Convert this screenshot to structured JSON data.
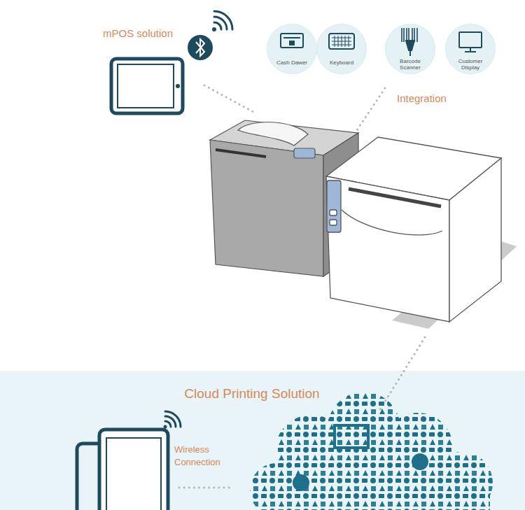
{
  "diagram": {
    "nodes": [
      {
        "text": [
          "Cash Dawer"
        ]
      },
      {
        "text": [
          "Keyboard"
        ]
      },
      {
        "text": [
          "Barcode Scanner"
        ]
      },
      {
        "text": [
          "Customer Display"
        ]
      },
      {
        "text": [
          "Cloud Printing Solution",
          "Wireless Connection"
        ]
      }
    ],
    "labels": [
      "mPOS solution",
      "Integration"
    ]
  }
}
